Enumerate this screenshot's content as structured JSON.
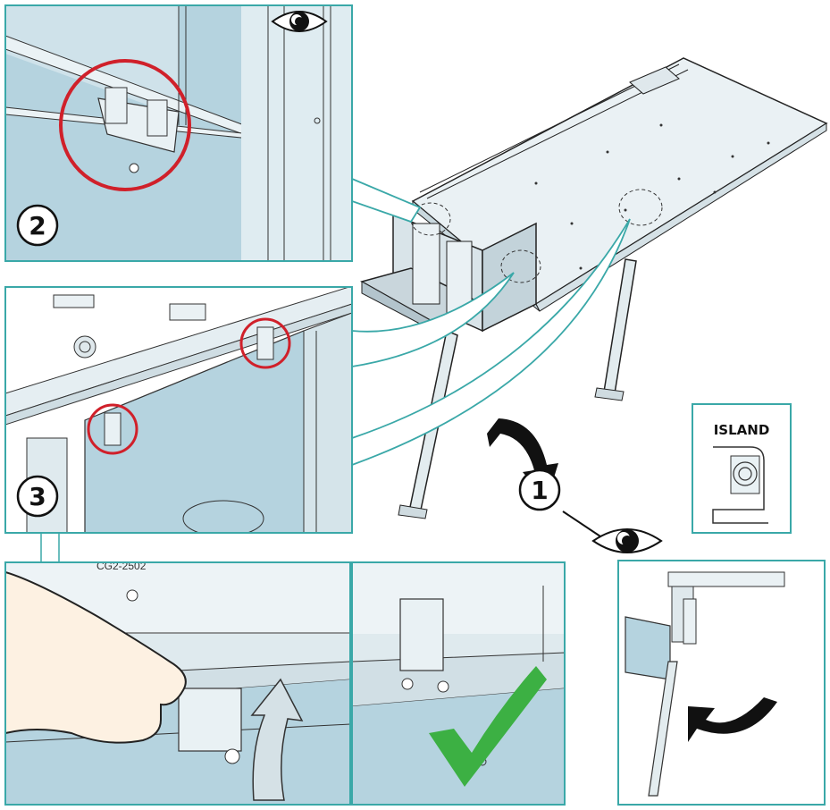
{
  "steps": {
    "step1": "1",
    "step2": "2",
    "step3": "3"
  },
  "island_label": "ISLAND",
  "part_code": "CG2-2502",
  "icons": [
    "eye-icon",
    "check-icon",
    "rotate-arrow-icon",
    "up-arrow-icon",
    "curved-arrow-icon"
  ],
  "colors": {
    "panel_border": "#3aa8a8",
    "panel_fill": "#b5d3df",
    "highlight_circle": "#d0202a",
    "check": "#3cb043",
    "arrow": "#1a1a1a"
  }
}
